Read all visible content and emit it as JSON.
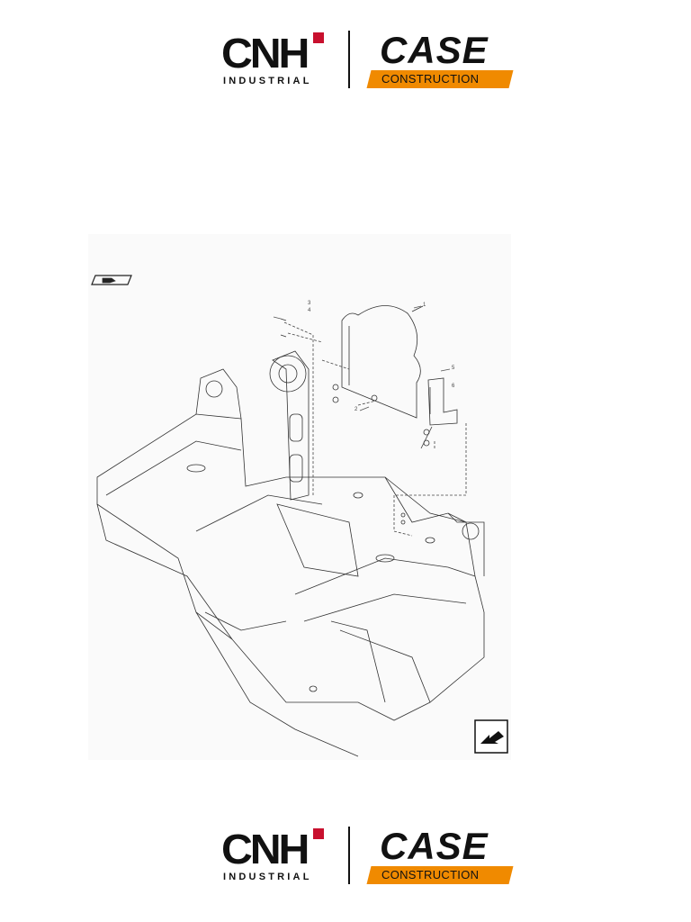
{
  "header": {
    "brand_left": "CNH",
    "brand_left_sub": "INDUSTRIAL",
    "brand_right": "CASE",
    "brand_right_sub": "CONSTRUCTION"
  },
  "footer": {
    "brand_left": "CNH",
    "brand_left_sub": "INDUSTRIAL",
    "brand_right": "CASE",
    "brand_right_sub": "CONSTRUCTION"
  },
  "drawing": {
    "callouts": [
      "1",
      "2",
      "3",
      "4",
      "5",
      "6"
    ]
  },
  "colors": {
    "cnh_red": "#c8102e",
    "case_orange": "#f08a00",
    "ink": "#111111"
  }
}
